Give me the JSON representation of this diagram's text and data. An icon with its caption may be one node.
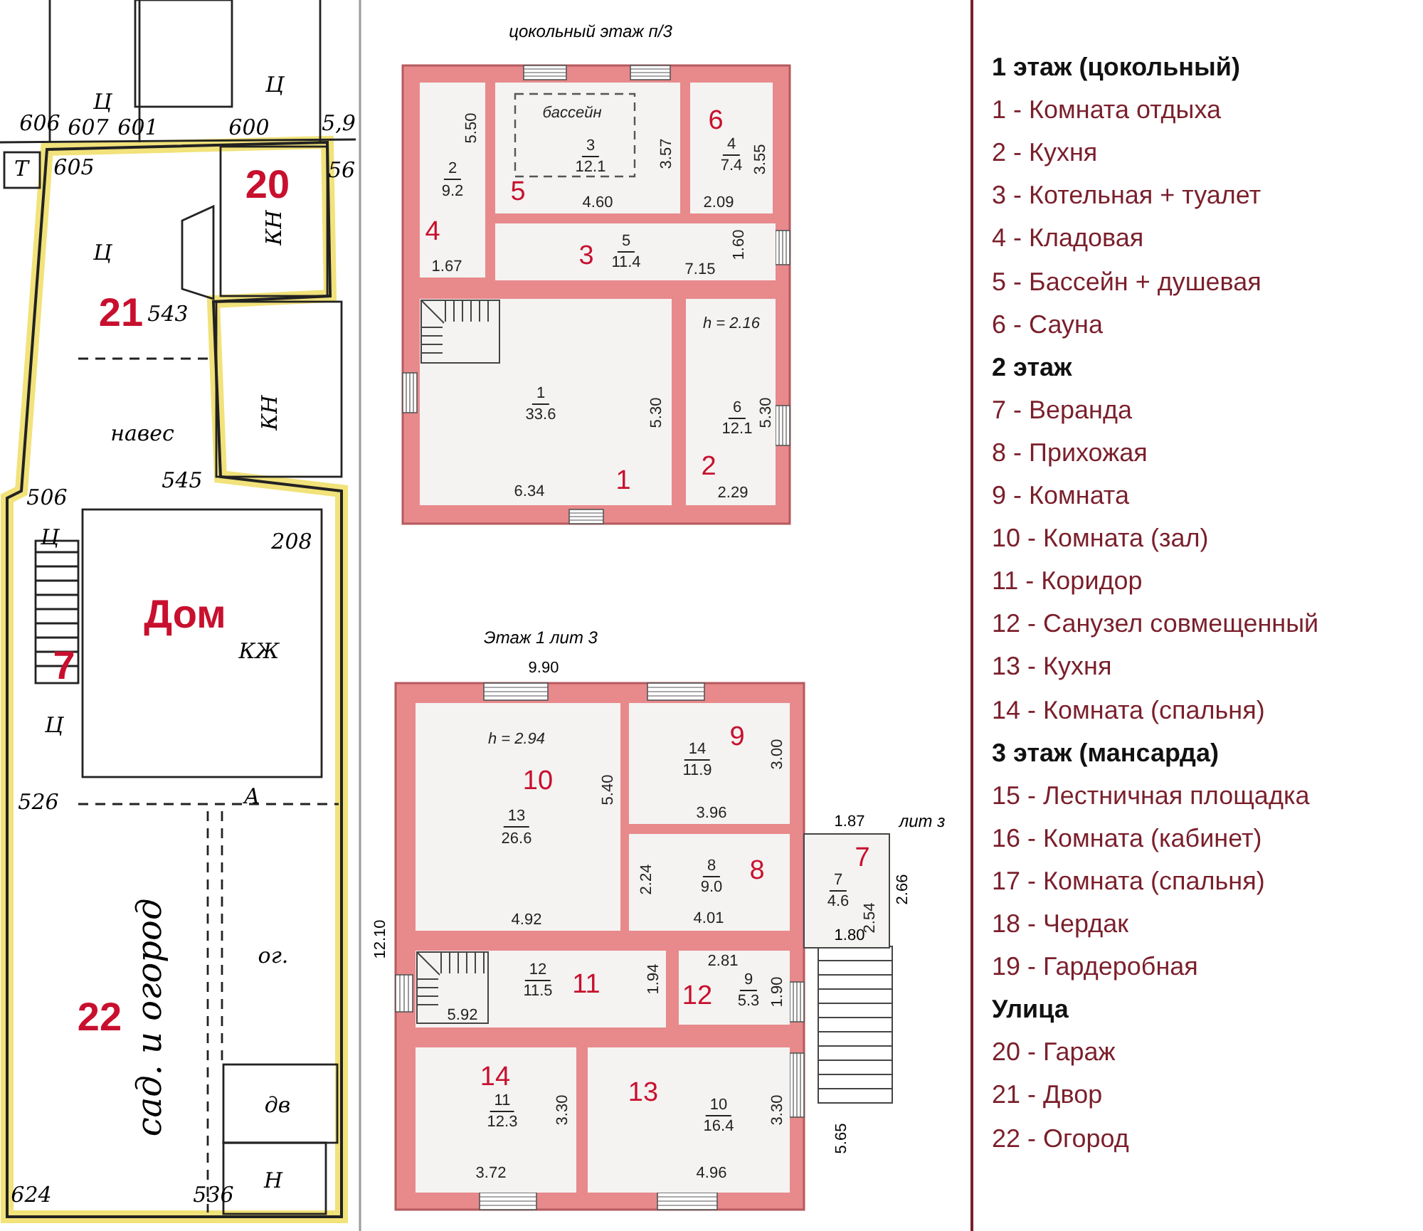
{
  "diagram": {
    "nodes": [
      {
        "text": [
          "2",
          "9.2",
          "5.50",
          "1.67",
          "4"
        ]
      },
      {
        "text": [
          "бассейн",
          "3",
          "12.1",
          "5",
          "4.60",
          "3.57"
        ]
      },
      {
        "text": [
          "6",
          "4",
          "7.4",
          "3.55",
          "2.09"
        ]
      },
      {
        "text": [
          "3",
          "5",
          "11.4",
          "7.15",
          "1.60"
        ]
      },
      {
        "text": [
          "1",
          "33.6",
          "5.30",
          "6.34",
          "1"
        ]
      },
      {
        "text": [
          "h = 2.16",
          "6",
          "12.1",
          "5.30",
          "2",
          "2.29"
        ]
      },
      {
        "text": [
          "h = 2.94",
          "10",
          "13",
          "26.6",
          "5.40",
          "4.92"
        ]
      },
      {
        "text": [
          "9",
          "14",
          "11.9",
          "3.00",
          "3.96"
        ]
      },
      {
        "text": [
          "2.24",
          "8",
          "9.0",
          "8",
          "4.01"
        ]
      },
      {
        "text": [
          "7",
          "7",
          "4.6",
          "2.54"
        ]
      },
      {
        "text": [
          "12",
          "11.5",
          "11",
          "5.92",
          "1.94"
        ]
      },
      {
        "text": [
          "2.81",
          "12",
          "9",
          "5.3",
          "1.90"
        ]
      },
      {
        "text": [
          "14",
          "11",
          "12.3",
          "3.30",
          "3.72"
        ]
      },
      {
        "text": [
          "13",
          "10",
          "16.4",
          "3.30",
          "4.96"
        ]
      }
    ],
    "labels": [
      "Ц",
      "Ц",
      "606",
      "607",
      "601",
      "600",
      "5,9",
      "Т",
      "605",
      "56",
      "20",
      "КН",
      "Ц",
      "21",
      "543",
      "КН",
      "навес",
      "545",
      "506",
      "Ц",
      "208",
      "Дом",
      "КЖ",
      "7",
      "Ц",
      "526",
      "А",
      "сад. и огород",
      "ог.",
      "22",
      "дв",
      "Н",
      "624",
      "536",
      "цокольный этаж п/3",
      "Этаж 1 лит 3",
      "9.90",
      "12.10",
      "1.87",
      "лит з",
      "2.66",
      "1.80",
      "5.65",
      "1 этаж (цокольный)",
      "1 - Комната отдыха",
      "2 - Кухня",
      "3 - Котельная + туалет",
      "4 - Кладовая",
      "5 - Бассейн + душевая",
      "6 - Сауна",
      "2 этаж",
      "7 - Веранда",
      "8 - Прихожая",
      "9 - Комната",
      "10 - Комната (зал)",
      "11 - Коридор",
      "12 - Санузел совмещенный",
      "13 - Кухня",
      "14 - Комната (спальня)",
      "3 этаж (мансарда)",
      "15 - Лестничная площадка",
      "16 - Комната (кабинет)",
      "17 - Комната (спальня)",
      "18 - Чердак",
      "19 - Гардеробная",
      "Улица",
      "20 - Гараж",
      "21 - Двор",
      "22 - Огород"
    ]
  }
}
